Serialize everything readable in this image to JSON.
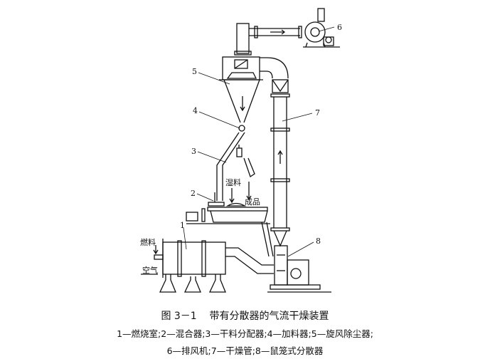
{
  "figure": {
    "title": "图 3－1    带有分散器的气流干燥装置",
    "legend_line1": "1—燃烧室;2—混合器;3—干料分配器;4—加料器;5—旋风除尘器;",
    "legend_line2": "6—排风机;7—干燥管;8—鼠笼式分散器"
  },
  "labels": {
    "n1": "1",
    "n2": "2",
    "n3": "3",
    "n4": "4",
    "n5": "5",
    "n6": "6",
    "n7": "7",
    "n8": "8",
    "wet_material": "湿料",
    "product": "成品",
    "fuel": "燃料",
    "air": "空气"
  }
}
